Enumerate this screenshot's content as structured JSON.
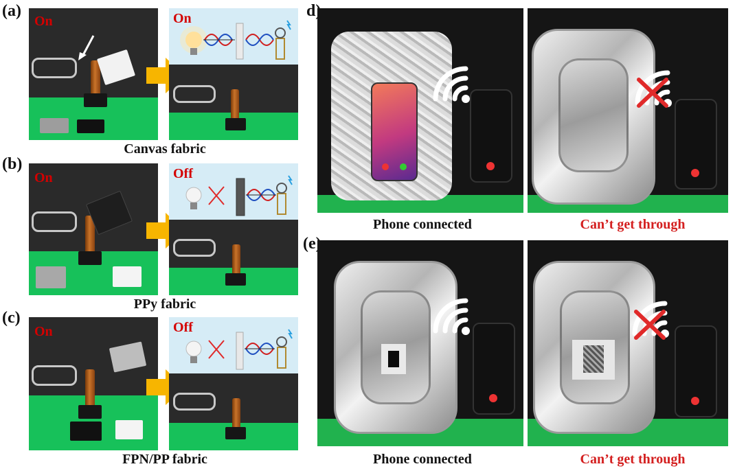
{
  "panels": {
    "a": {
      "label": "(a)",
      "state_left": "On",
      "state_right": "On",
      "caption": "Canvas fabric"
    },
    "b": {
      "label": "(b)",
      "state_left": "On",
      "state_right": "Off",
      "caption": "PPy fabric"
    },
    "c": {
      "label": "(c)",
      "state_left": "On",
      "state_right": "Off",
      "caption": "FPN/PP fabric"
    },
    "d": {
      "label": "d)",
      "caption_left": "Phone connected",
      "caption_right": "Can’t get through"
    },
    "e": {
      "label": "(e)",
      "caption_left": "Phone connected",
      "caption_right": "Can’t get through"
    }
  },
  "colors": {
    "state_red": "#d40000",
    "caption_red": "#d42020",
    "arrow_yellow": "#f7b500",
    "table_green": "#17c15a",
    "schematic_blue": "#d6ecf6"
  },
  "icons": [
    "white-arrow-icon",
    "yellow-arrow-icon",
    "bulb-icon",
    "wave-icon",
    "shield-plate-icon",
    "coil-icon",
    "wifi-icon",
    "red-cross-icon",
    "phone-icon"
  ]
}
